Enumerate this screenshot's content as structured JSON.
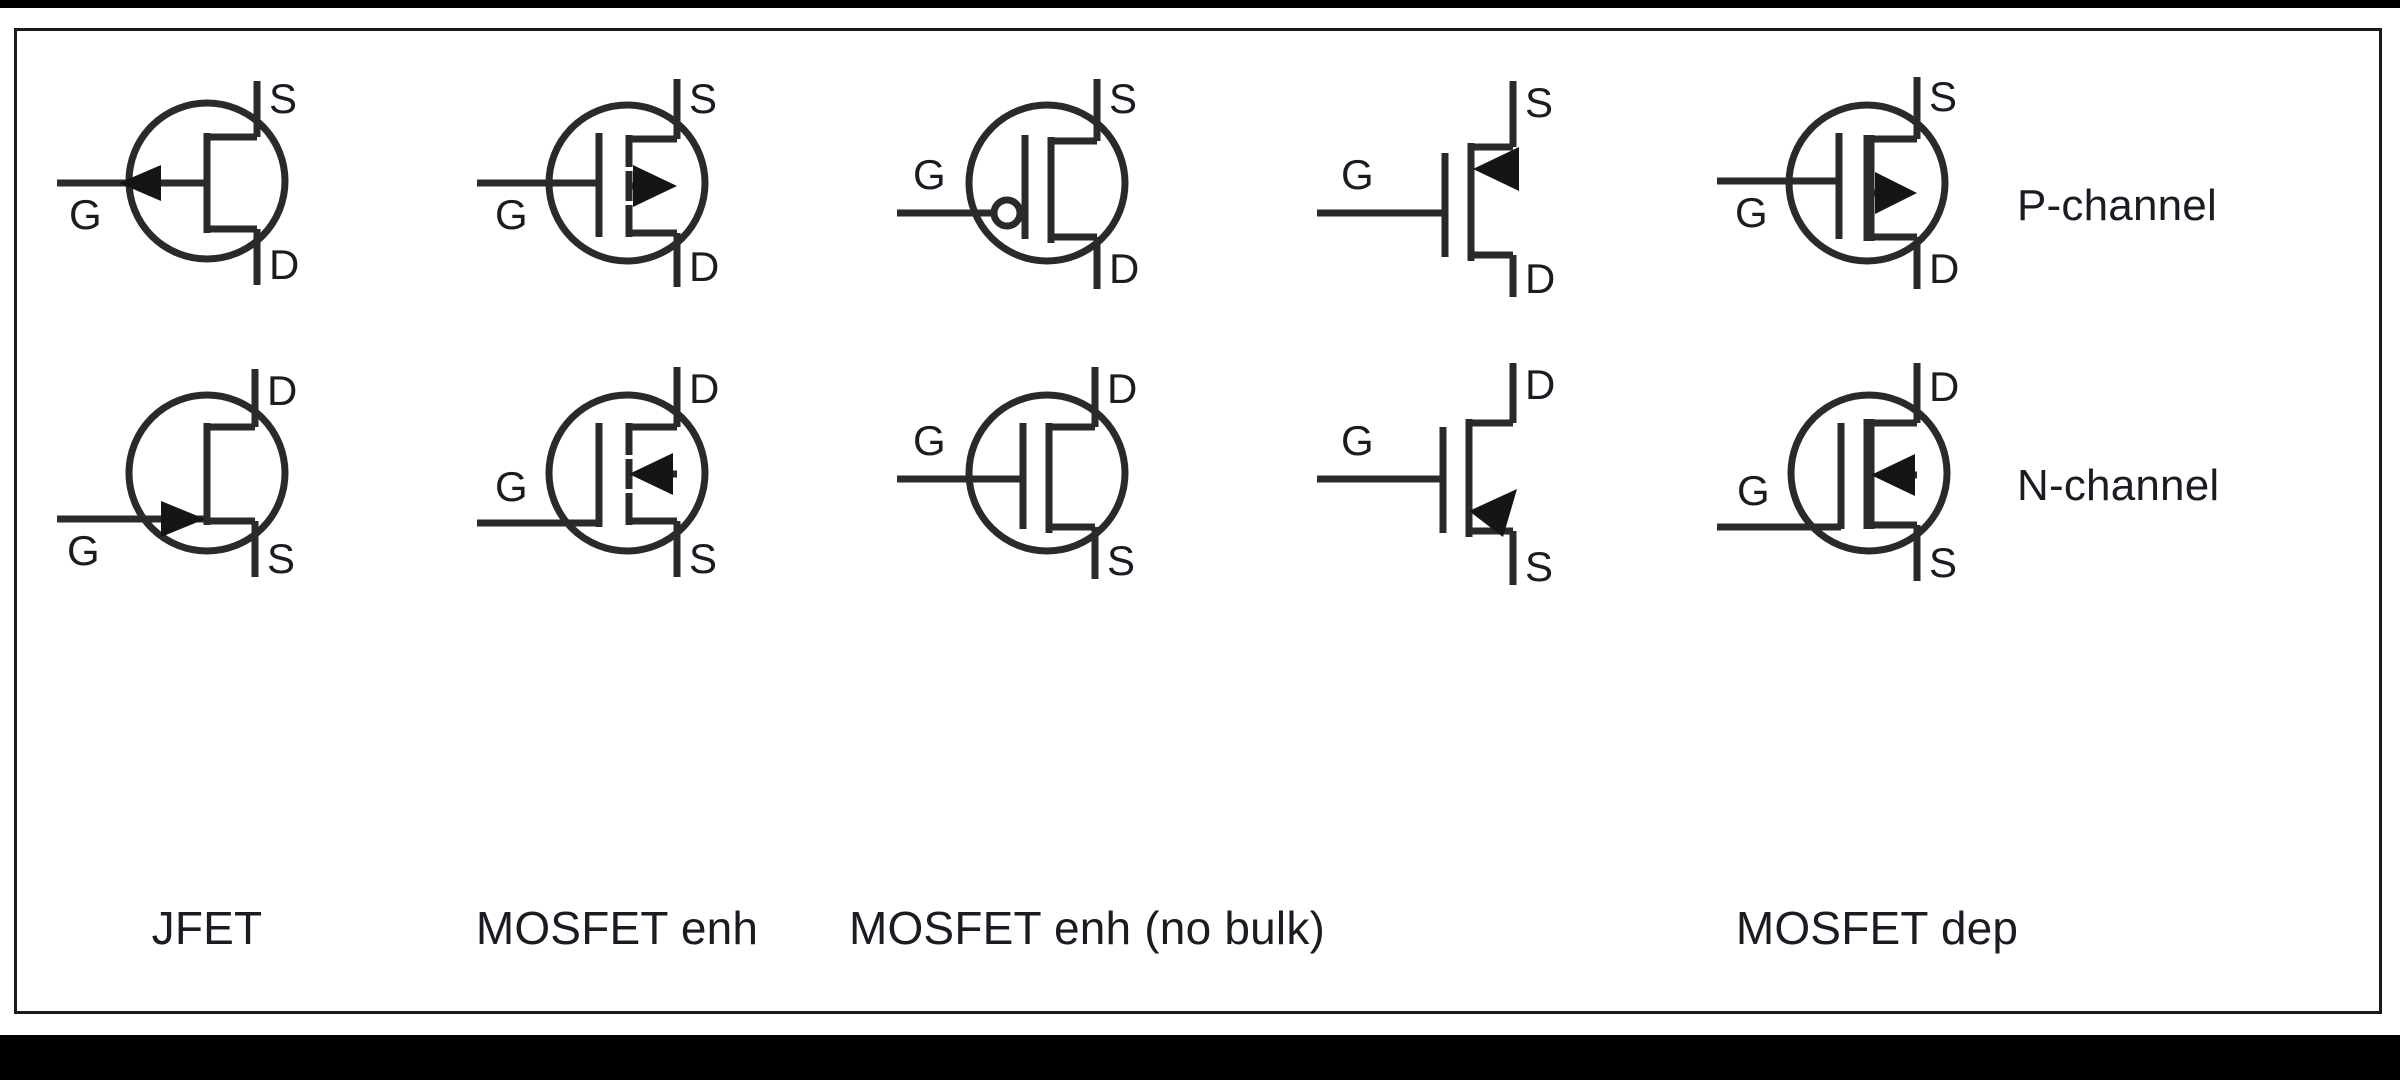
{
  "figure": {
    "title": "FET schematic symbols table",
    "background_color": "#ffffff",
    "line_color": "#2a2a2a",
    "text_color": "#1b1b24",
    "border_color": "#1a1a1a"
  },
  "row_labels": [
    {
      "id": "p-channel",
      "label": "P-channel"
    },
    {
      "id": "n-channel",
      "label": "N-channel"
    }
  ],
  "column_labels": [
    {
      "id": "jfet",
      "label": "JFET"
    },
    {
      "id": "mosfet-enh",
      "label": "MOSFET enh"
    },
    {
      "id": "mosfet-enh-no-bulk",
      "label": "MOSFET enh (no bulk)"
    },
    {
      "id": "mosfet-enh-no-bulk-plain",
      "label": ""
    },
    {
      "id": "mosfet-dep",
      "label": "MOSFET dep"
    }
  ],
  "terminals": {
    "gate": "G",
    "drain": "D",
    "source": "S"
  },
  "symbols": [
    {
      "id": "p-jfet",
      "row": "P-channel",
      "column": "JFET",
      "top_terminal": "S",
      "bottom_terminal": "D",
      "gate_terminal": "G",
      "has_envelope_circle": true,
      "gate_arrow_direction": "left",
      "channel_style": "solid",
      "has_bulk_arrow": false,
      "has_gate_bubble": false
    },
    {
      "id": "p-mosfet-enh",
      "row": "P-channel",
      "column": "MOSFET enh",
      "top_terminal": "S",
      "bottom_terminal": "D",
      "gate_terminal": "G",
      "has_envelope_circle": true,
      "gate_arrow_direction": "none",
      "channel_style": "segmented",
      "has_bulk_arrow": true,
      "bulk_arrow_direction": "right",
      "has_gate_bubble": false
    },
    {
      "id": "p-mosfet-enh-no-bulk",
      "row": "P-channel",
      "column": "MOSFET enh (no bulk)",
      "top_terminal": "S",
      "bottom_terminal": "D",
      "gate_terminal": "G",
      "has_envelope_circle": true,
      "gate_arrow_direction": "none",
      "channel_style": "solid",
      "has_bulk_arrow": false,
      "has_gate_bubble": true
    },
    {
      "id": "p-mosfet-enh-no-bulk-plain",
      "row": "P-channel",
      "column": "MOSFET enh (no bulk)",
      "top_terminal": "S",
      "bottom_terminal": "D",
      "gate_terminal": "G",
      "has_envelope_circle": false,
      "gate_arrow_direction": "none",
      "channel_style": "solid",
      "has_bulk_arrow": true,
      "bulk_arrow_direction": "left",
      "has_gate_bubble": false
    },
    {
      "id": "p-mosfet-dep",
      "row": "P-channel",
      "column": "MOSFET dep",
      "top_terminal": "S",
      "bottom_terminal": "D",
      "gate_terminal": "G",
      "has_envelope_circle": true,
      "gate_arrow_direction": "none",
      "channel_style": "solid-thick",
      "has_bulk_arrow": true,
      "bulk_arrow_direction": "right",
      "has_gate_bubble": false
    },
    {
      "id": "n-jfet",
      "row": "N-channel",
      "column": "JFET",
      "top_terminal": "D",
      "bottom_terminal": "S",
      "gate_terminal": "G",
      "has_envelope_circle": true,
      "gate_arrow_direction": "right",
      "channel_style": "solid",
      "has_bulk_arrow": false,
      "has_gate_bubble": false
    },
    {
      "id": "n-mosfet-enh",
      "row": "N-channel",
      "column": "MOSFET enh",
      "top_terminal": "D",
      "bottom_terminal": "S",
      "gate_terminal": "G",
      "has_envelope_circle": true,
      "gate_arrow_direction": "none",
      "channel_style": "segmented",
      "has_bulk_arrow": true,
      "bulk_arrow_direction": "left",
      "has_gate_bubble": false
    },
    {
      "id": "n-mosfet-enh-no-bulk",
      "row": "N-channel",
      "column": "MOSFET enh (no bulk)",
      "top_terminal": "D",
      "bottom_terminal": "S",
      "gate_terminal": "G",
      "has_envelope_circle": true,
      "gate_arrow_direction": "none",
      "channel_style": "solid",
      "has_bulk_arrow": false,
      "has_gate_bubble": false
    },
    {
      "id": "n-mosfet-enh-no-bulk-plain",
      "row": "N-channel",
      "column": "MOSFET enh (no bulk)",
      "top_terminal": "D",
      "bottom_terminal": "S",
      "gate_terminal": "G",
      "has_envelope_circle": false,
      "gate_arrow_direction": "none",
      "channel_style": "solid",
      "has_bulk_arrow": true,
      "bulk_arrow_direction": "right-up",
      "has_gate_bubble": false
    },
    {
      "id": "n-mosfet-dep",
      "row": "N-channel",
      "column": "MOSFET dep",
      "top_terminal": "D",
      "bottom_terminal": "S",
      "gate_terminal": "G",
      "has_envelope_circle": true,
      "gate_arrow_direction": "none",
      "channel_style": "solid-thick",
      "has_bulk_arrow": true,
      "bulk_arrow_direction": "left",
      "has_gate_bubble": false
    }
  ]
}
